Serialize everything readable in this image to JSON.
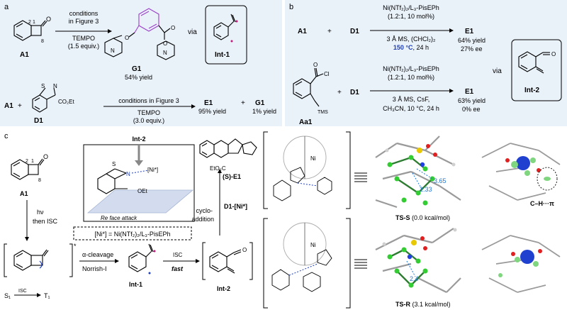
{
  "panel_a": {
    "letter": "a",
    "row1": {
      "reagent_label": "A1",
      "ring_num_2": "2",
      "ring_num_1": "1",
      "ring_num_8": "8",
      "conditions_line1": "conditions",
      "conditions_line2": "in Figure 3",
      "reagent_line1": "TEMPO",
      "reagent_line2": "(1.5 equiv.)",
      "product_label": "G1",
      "product_yield": "54% yield",
      "via": "via",
      "intermediate_label": "Int-1"
    },
    "row2": {
      "reagent1_label": "A1",
      "plus": "+",
      "reagent2_label": "D1",
      "ester_group": "CO₂Et",
      "conditions": "conditions in Figure 3",
      "reagent_line1": "TEMPO",
      "reagent_line2": "(3.0 equiv.)",
      "product1_label": "E1",
      "product1_yield": "95% yield",
      "product2_label": "G1",
      "product2_yield": "1% yield"
    }
  },
  "panel_b": {
    "letter": "b",
    "row1": {
      "reagent1_label": "A1",
      "plus": "+",
      "reagent2_label": "D1",
      "catalyst_line": "Ni(NTf₂)₂/L₃-PisEPh",
      "ratio_line": "(1.2:1, 10 mol%)",
      "additive_line": "3 Å MS, (CHCl₂)₂",
      "temp": "150 °C",
      "time": ", 24 h",
      "product_label": "E1",
      "yield": "64% yield",
      "ee": "27% ee"
    },
    "row2": {
      "reagent1_label": "Aa1",
      "tms": "TMS",
      "cl": "Cl",
      "plus": "+",
      "reagent2_label": "D1",
      "catalyst_line": "Ni(NTf₂)₂/L₃-PisEPh",
      "ratio_line": "(1.2:1, 10 mol%)",
      "additive_line": "3 Å MS,  CsF,",
      "solvent_line": "CH₃CN, 10 °C, 24 h",
      "product_label": "E1",
      "yield": "63% yield",
      "ee": "0% ee"
    },
    "via": "via",
    "intermediate_label": "Int-2"
  },
  "panel_c": {
    "letter": "c",
    "start_label": "A1",
    "ring_num_2": "2",
    "ring_num_1": "1",
    "ring_num_8": "8",
    "step_hv": "hν",
    "step_isc": "then ISC",
    "excited_mark": "*",
    "state_s1": "S₁",
    "state_t1": "T₁",
    "isc_label": "ISC",
    "cleavage_line1": "α-cleavage",
    "cleavage_line2": "Norrish-I",
    "int1_label": "Int-1",
    "fast_isc": "ISC",
    "fast": "fast",
    "int2_label": "Int-2",
    "box_title": "Int-2",
    "box_ni": "[Ni*]",
    "box_oet": "OEt",
    "re_face": "Re face attack",
    "ni_definition": "[Ni*] = Ni(NTf₂)₂/L₃-PisEPh",
    "cyclo_line1": "cyclo-",
    "cyclo_line2": "addition",
    "d1_ni": "D1-[Ni*]",
    "product_label": "(S)-E1",
    "product_ester": "EtO₂C",
    "ts_ni": "Ni",
    "ts_s_label": "TS-S",
    "ts_s_energy": " (0.0 kcal/mol)",
    "ts_s_d1": "3.65",
    "ts_s_d2": "2.33",
    "ts_r_label": "TS-R",
    "ts_r_energy": " (3.1 kcal/mol)",
    "ts_r_d1": "2.4",
    "ch_pi": "C–H···π"
  }
}
